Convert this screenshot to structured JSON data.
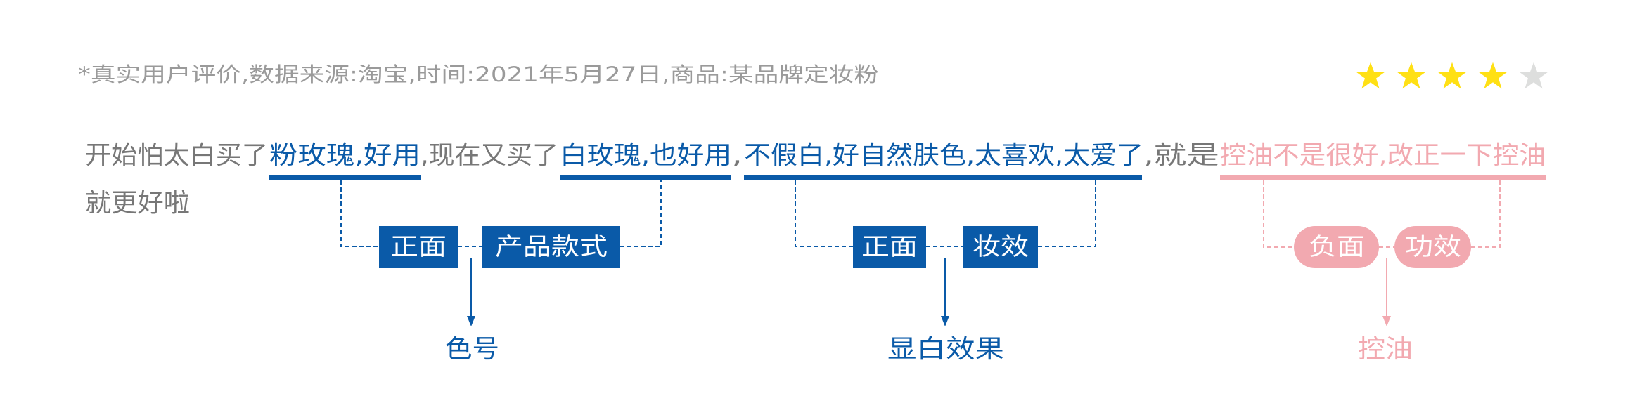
{
  "header": {
    "note": "*真实用户评价,数据来源:淘宝,时间:2021年5月27日,商品:某品牌定妆粉"
  },
  "rating": {
    "value": 4,
    "max": 5,
    "filled_color": "#FFE014",
    "empty_color": "#DDDEDD"
  },
  "review": {
    "segments": [
      {
        "text": "开始怕太白买了",
        "tone": "neutral"
      },
      {
        "text": "粉玫瑰,好用",
        "tone": "positive"
      },
      {
        "text": ",现在又买了",
        "tone": "neutral"
      },
      {
        "text": "白玫瑰,也好用",
        "tone": "positive"
      },
      {
        "text": ",",
        "tone": "neutral"
      },
      {
        "text": "不假白,好自然肤色,太喜欢,太爱了",
        "tone": "positive"
      },
      {
        "text": ",就是",
        "tone": "neutral"
      },
      {
        "text": "控油不是很好,改正一下控油",
        "tone": "negative"
      }
    ],
    "line2": "就更好啦"
  },
  "groups": [
    {
      "tags": [
        "正面",
        "产品款式"
      ],
      "result": "色号"
    },
    {
      "tags": [
        "正面",
        "妆效"
      ],
      "result": "显白效果"
    },
    {
      "tags": [
        "负面",
        "功效"
      ],
      "result": "控油"
    }
  ],
  "colors": {
    "positive": "#0A5AA8",
    "negative": "#F2A9B0",
    "neutral": "#777777"
  }
}
